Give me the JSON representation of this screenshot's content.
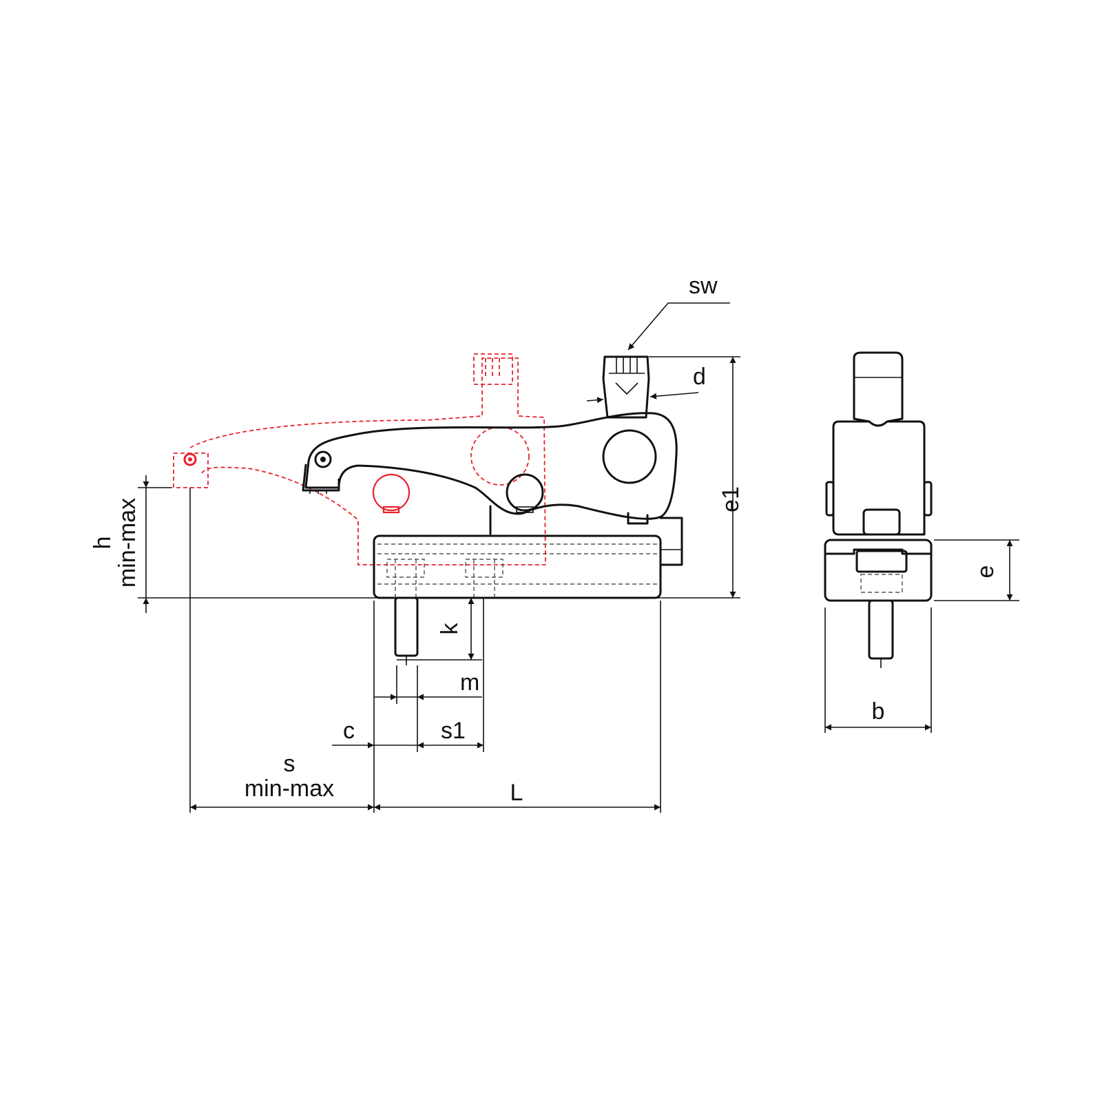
{
  "colors": {
    "line": "#111111",
    "open_position": "#e8202a",
    "background": "#ffffff"
  },
  "labels": {
    "sw": "sw",
    "d": "d",
    "e1": "e1",
    "h": "h",
    "h_range": "min-max",
    "k": "k",
    "m": "m",
    "c": "c",
    "s1": "s1",
    "s": "s",
    "s_range": "min-max",
    "L": "L",
    "e": "e",
    "b": "b"
  }
}
